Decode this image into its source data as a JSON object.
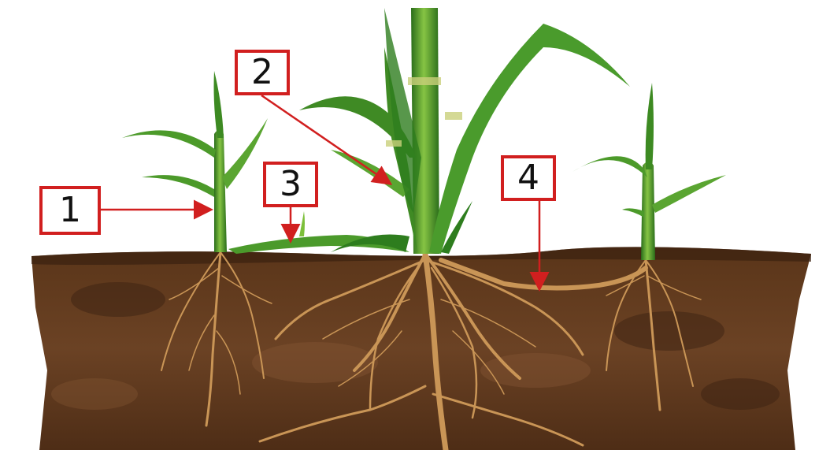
{
  "labels": [
    {
      "id": "1",
      "text": "1"
    },
    {
      "id": "2",
      "text": "2"
    },
    {
      "id": "3",
      "text": "3"
    },
    {
      "id": "4",
      "text": "4"
    }
  ],
  "colors": {
    "label_border": "#d11f1f",
    "arrow": "#d11f1f",
    "soil_dark": "#4a2b17",
    "soil_mid": "#6d4424",
    "root": "#c99556",
    "leaf_dark": "#2e7d1e",
    "leaf_light": "#8cc63f"
  }
}
